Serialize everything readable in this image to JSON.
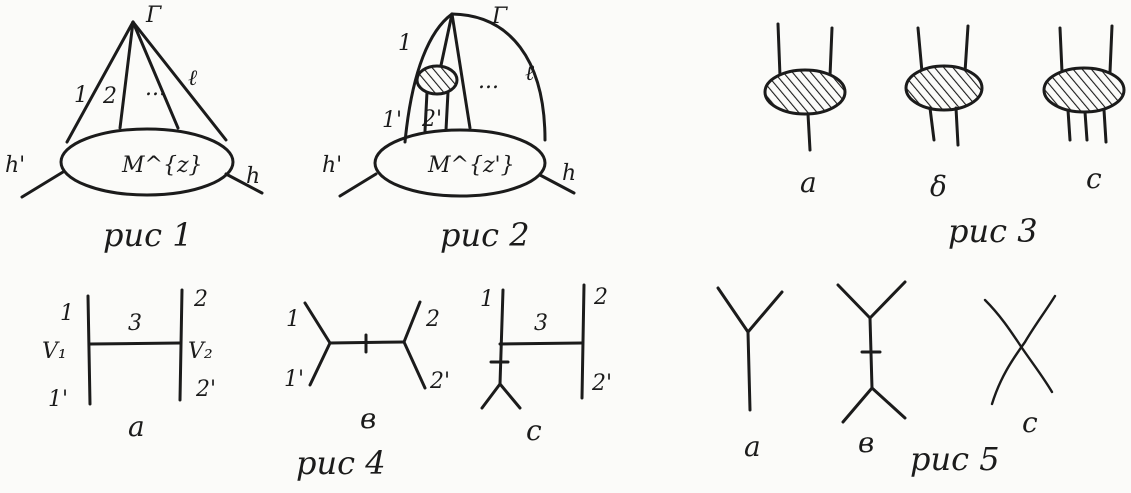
{
  "figures": [
    {
      "id": "fig1",
      "caption": "рис 1",
      "labels": {
        "gamma": "Γ",
        "one": "1",
        "two": "2",
        "dots": "...",
        "ell": "ℓ",
        "h_prime": "h'",
        "h": "h",
        "blob": "M^{z}"
      }
    },
    {
      "id": "fig2",
      "caption": "рис 2",
      "labels": {
        "gamma": "Γ",
        "one": "1",
        "one_prime": "1'",
        "two_prime": "2'",
        "dots": "...",
        "ell": "ℓ",
        "h_prime": "h'",
        "h": "h",
        "blob": "M^{z'}"
      }
    },
    {
      "id": "fig3",
      "caption": "рис 3",
      "parts": [
        "a",
        "δ",
        "c"
      ]
    },
    {
      "id": "fig4",
      "caption": "рис 4",
      "parts": [
        "a",
        "в",
        "c"
      ],
      "labels": {
        "a": {
          "one": "1",
          "one_prime": "1'",
          "v1": "V₁",
          "three": "3",
          "two": "2",
          "v2": "V₂",
          "two_prime": "2'"
        },
        "b": {
          "one": "1",
          "one_prime": "1'",
          "two": "2",
          "two_prime": "2'"
        },
        "c": {
          "one": "1",
          "three": "3",
          "two": "2",
          "two_prime": "2'"
        }
      }
    },
    {
      "id": "fig5",
      "caption": "рис 5",
      "parts": [
        "a",
        "в",
        "c"
      ]
    }
  ]
}
